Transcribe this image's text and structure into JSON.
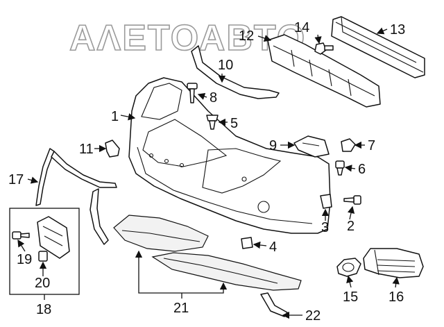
{
  "watermark": "ΑΛΕΤΟΑΒΤΟ",
  "labels": {
    "p1": "1",
    "p2": "2",
    "p3": "3",
    "p4": "4",
    "p5": "5",
    "p6": "6",
    "p7": "7",
    "p8": "8",
    "p9": "9",
    "p10": "10",
    "p11": "11",
    "p12": "12",
    "p13": "13",
    "p14": "14",
    "p15": "15",
    "p16": "16",
    "p17": "17",
    "p18": "18",
    "p19": "19",
    "p20": "20",
    "p21": "21",
    "p22": "22"
  }
}
